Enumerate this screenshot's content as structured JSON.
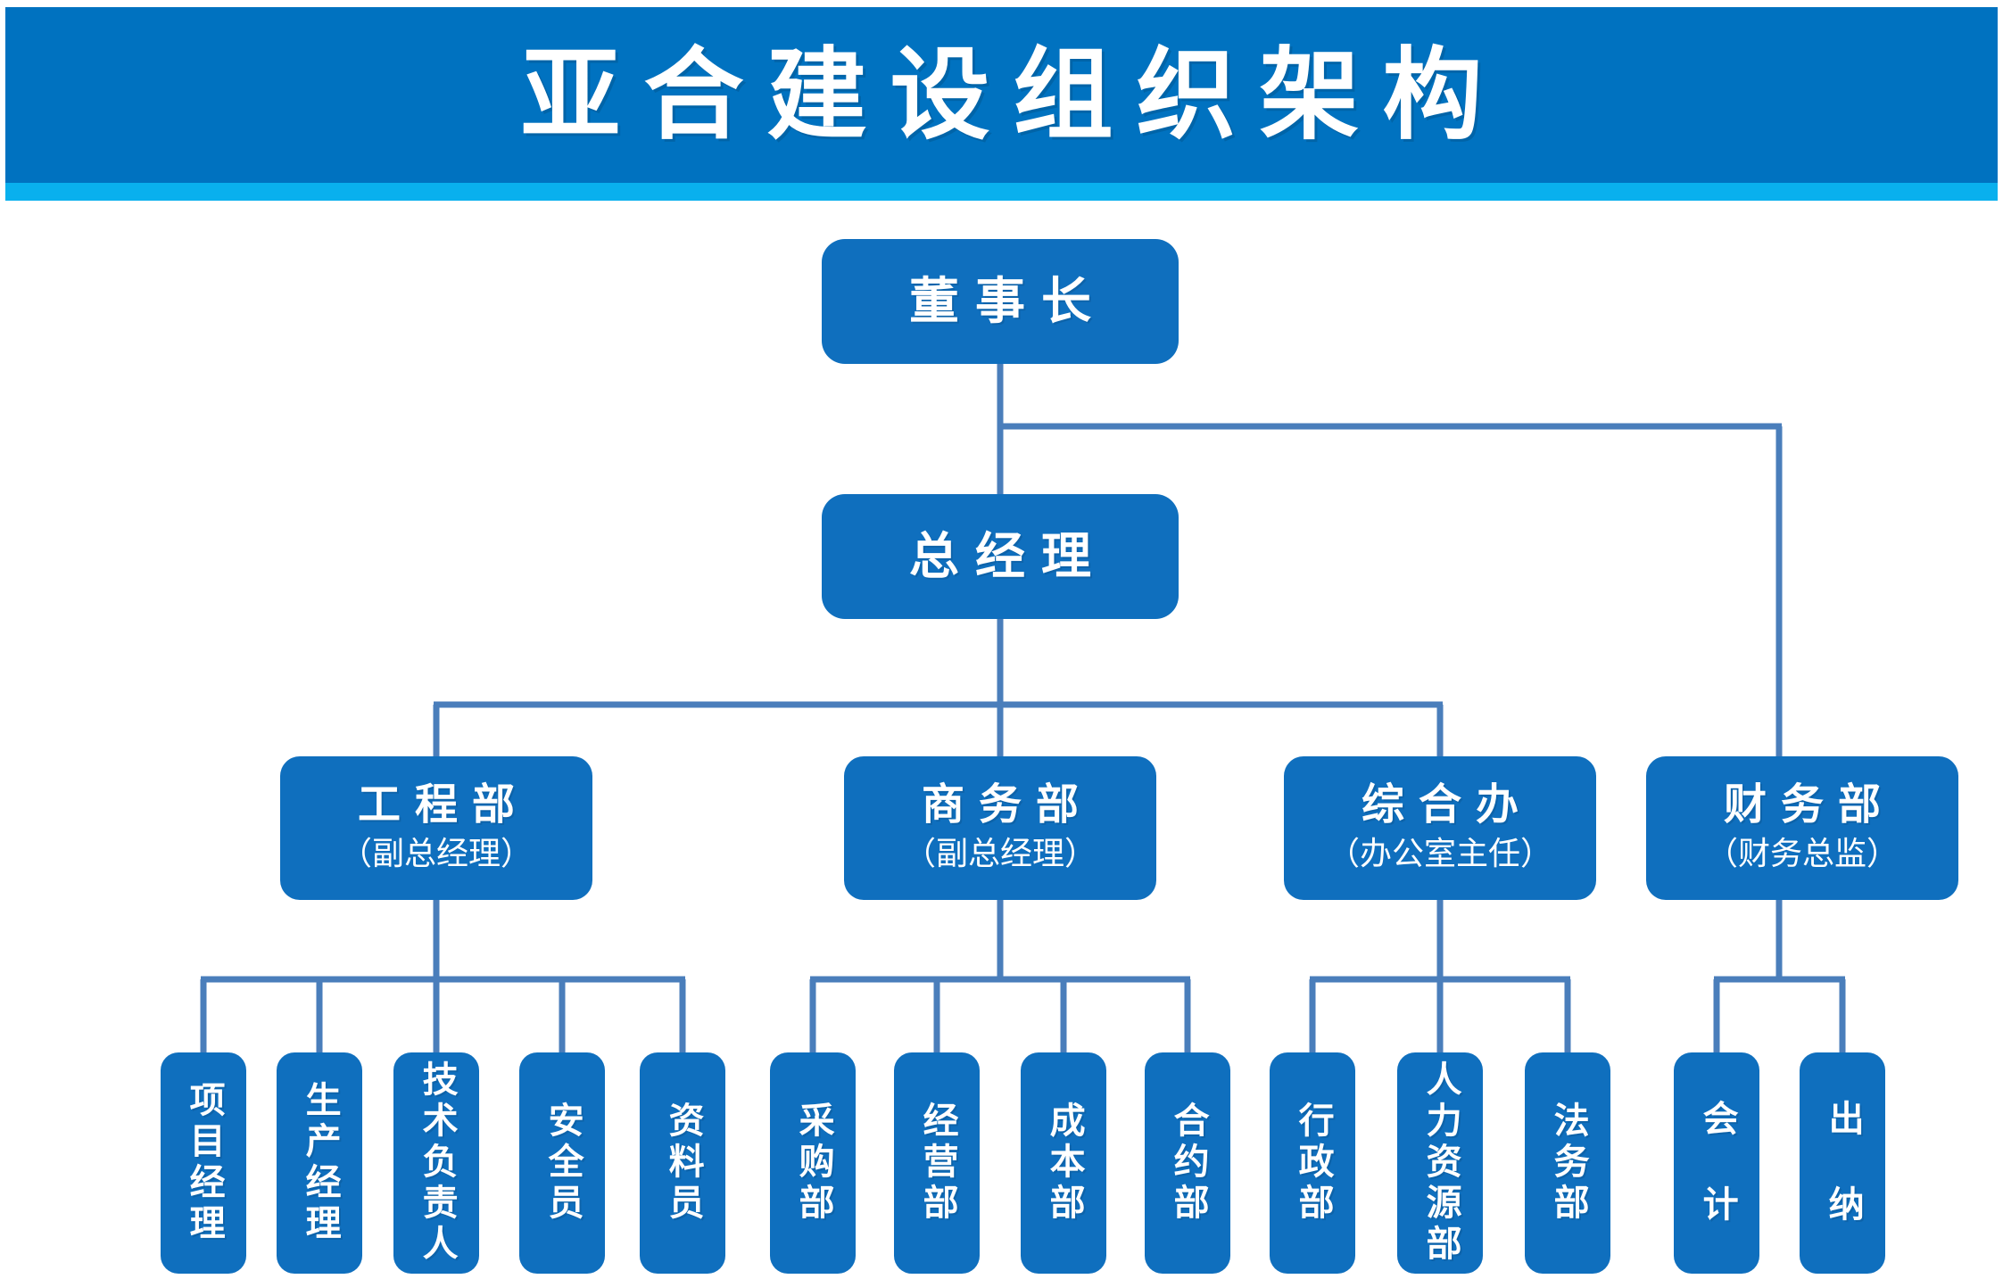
{
  "header": {
    "title": "亚合建设组织架构",
    "banner_color": "#0072C0",
    "strip_color": "#09B0EE"
  },
  "theme": {
    "node_fill": "#0F6FBE",
    "connector_color": "#4A7EBB",
    "text_color": "#FFFFFF",
    "background": "#FFFFFF"
  },
  "chart_data": {
    "type": "diagram",
    "subtype": "org-chart",
    "title": "亚合建设组织架构",
    "nodes": [
      {
        "id": "chairman",
        "label": "董事长",
        "level": 0,
        "parent": null
      },
      {
        "id": "gm",
        "label": "总经理",
        "level": 1,
        "parent": "chairman"
      },
      {
        "id": "engineering",
        "label": "工程部",
        "subtitle": "（副总经理）",
        "level": 2,
        "parent": "gm"
      },
      {
        "id": "business",
        "label": "商务部",
        "subtitle": "（副总经理）",
        "level": 2,
        "parent": "gm"
      },
      {
        "id": "general-office",
        "label": "综合办",
        "subtitle": "（办公室主任）",
        "level": 2,
        "parent": "gm"
      },
      {
        "id": "finance",
        "label": "财务部",
        "subtitle": "（财务总监）",
        "level": 2,
        "parent": "chairman"
      },
      {
        "id": "project-manager",
        "label": "项目经理",
        "level": 3,
        "parent": "engineering"
      },
      {
        "id": "production-manager",
        "label": "生产经理",
        "level": 3,
        "parent": "engineering"
      },
      {
        "id": "technical-lead",
        "label": "技术负责人",
        "level": 3,
        "parent": "engineering"
      },
      {
        "id": "safety-officer",
        "label": "安全员",
        "level": 3,
        "parent": "engineering"
      },
      {
        "id": "document-clerk",
        "label": "资料员",
        "level": 3,
        "parent": "engineering"
      },
      {
        "id": "procurement",
        "label": "采购部",
        "level": 3,
        "parent": "business"
      },
      {
        "id": "operations",
        "label": "经营部",
        "level": 3,
        "parent": "business"
      },
      {
        "id": "cost",
        "label": "成本部",
        "level": 3,
        "parent": "business"
      },
      {
        "id": "contract",
        "label": "合约部",
        "level": 3,
        "parent": "business"
      },
      {
        "id": "administration",
        "label": "行政部",
        "level": 3,
        "parent": "general-office"
      },
      {
        "id": "human-resources",
        "label": "人力资源部",
        "level": 3,
        "parent": "general-office"
      },
      {
        "id": "legal",
        "label": "法务部",
        "level": 3,
        "parent": "general-office"
      },
      {
        "id": "accounting",
        "label": "会 计",
        "level": 3,
        "parent": "finance"
      },
      {
        "id": "cashier",
        "label": "出 纳",
        "level": 3,
        "parent": "finance"
      }
    ]
  },
  "tree": {
    "chairman": {
      "title": "董事长"
    },
    "gm": {
      "title": "总经理"
    },
    "departments": [
      {
        "title": "工程部",
        "subtitle": "（副总经理）"
      },
      {
        "title": "商务部",
        "subtitle": "（副总经理）"
      },
      {
        "title": "综合办",
        "subtitle": "（办公室主任）"
      },
      {
        "title": "财务部",
        "subtitle": "（财务总监）"
      }
    ],
    "engineering_children": [
      "项目经理",
      "生产经理",
      "技术负责人",
      "安全员",
      "资料员"
    ],
    "business_children": [
      "采购部",
      "经营部",
      "成本部",
      "合约部"
    ],
    "office_children": [
      "行政部",
      "人力资源部",
      "法务部"
    ],
    "finance_children": [
      "会 计",
      "出 纳"
    ]
  }
}
